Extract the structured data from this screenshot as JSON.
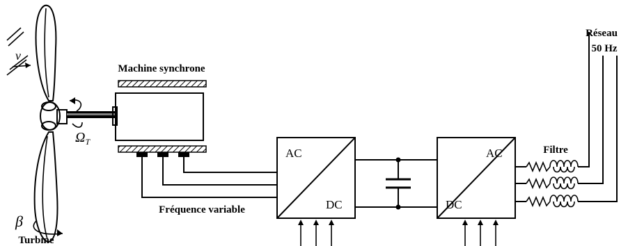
{
  "labels": {
    "machine": "Machine synchrone",
    "turbine": "Turbine",
    "wind_speed": "v",
    "omega": "Ω",
    "omega_sub": "T",
    "beta": "β",
    "freq": "Fréquence variable",
    "conv1_ac": "AC",
    "conv1_dc": "DC",
    "conv2_ac": "AC",
    "conv2_dc": "DC",
    "filter": "Filtre",
    "grid_line1": "Réseau",
    "grid_line2": "50 Hz"
  },
  "colors": {
    "line": "#000000",
    "background": "#ffffff"
  }
}
